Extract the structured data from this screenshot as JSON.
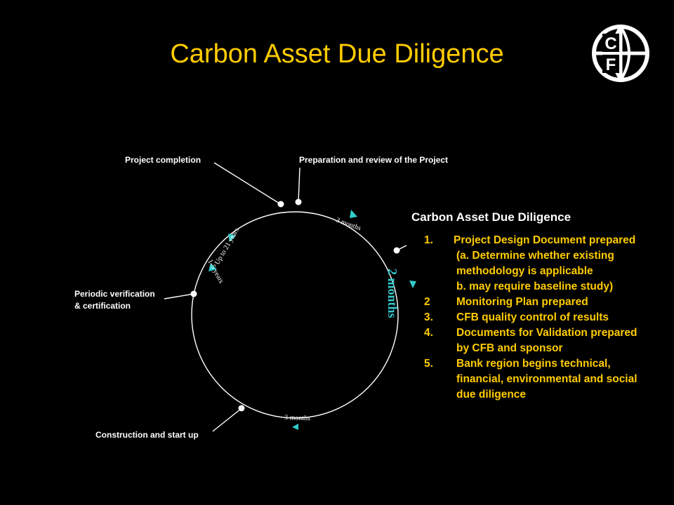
{
  "title": "Carbon Asset Due Diligence",
  "logo": {
    "letters": [
      "C",
      "F"
    ],
    "icon": "globe-cf-logo"
  },
  "cycle": {
    "stages": {
      "project_completion": "Project completion",
      "preparation": "Preparation and review of the Project",
      "periodic_verification": [
        "Periodic verification",
        "& certification"
      ],
      "construction": "Construction  and start up"
    },
    "durations": {
      "top": "3 months",
      "right": "2 months",
      "bottom": "3 months",
      "left_outer": "Up to 21 years",
      "left_inner": "1-5 years"
    }
  },
  "panel": {
    "title": "Carbon Asset Due Diligence",
    "steps": [
      {
        "num": "1.",
        "lines": [
          "Project Design Document prepared",
          "(a.  Determine whether existing",
          "methodology is applicable"
        ]
      },
      {
        "num": "",
        "lines": [
          "b. may require baseline study)"
        ]
      },
      {
        "num": "2",
        "lines": [
          "Monitoring Plan prepared"
        ]
      },
      {
        "num": "3.",
        "lines": [
          "CFB quality control of  results"
        ]
      },
      {
        "num": "4.",
        "lines": [
          "Documents for Validation prepared",
          "by CFB and sponsor"
        ]
      },
      {
        "num": "5.",
        "lines": [
          "Bank region begins technical,",
          "financial, environmental and social",
          "due diligence"
        ]
      }
    ]
  },
  "colors": {
    "accent": "#FFCC00",
    "arrow": "#33CCCC",
    "text": "#FFFFFF",
    "background": "#000000"
  }
}
